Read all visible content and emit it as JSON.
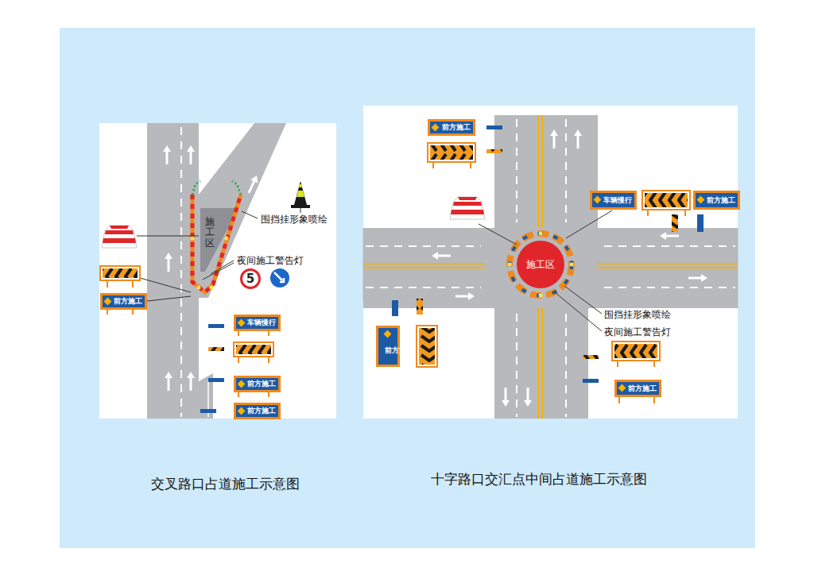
{
  "diagram": {
    "nodes": [
      {
        "text": [
          "施工区"
        ]
      },
      {
        "text": [
          "5"
        ]
      },
      {
        "text": [
          "前方施工"
        ]
      },
      {
        "text": [
          "车辆慢行"
        ]
      },
      {
        "text": [
          "前方施工"
        ]
      },
      {
        "text": [
          "前方施工"
        ]
      },
      {
        "text": [
          "施工区"
        ]
      },
      {
        "text": [
          "前方施工"
        ]
      },
      {
        "text": [
          "车辆慢行"
        ]
      },
      {
        "text": [
          "前方施工"
        ]
      },
      {
        "text": [
          "前方施工"
        ]
      },
      {
        "text": [
          "前方施工"
        ]
      }
    ],
    "labels": [
      "围挡挂形象喷绘",
      "夜间施工警告灯",
      "围挡挂形象喷绘",
      "夜间施工警告灯",
      "交叉路口占道施工示意图",
      "十字路口交汇点中间占道施工示意图"
    ]
  }
}
